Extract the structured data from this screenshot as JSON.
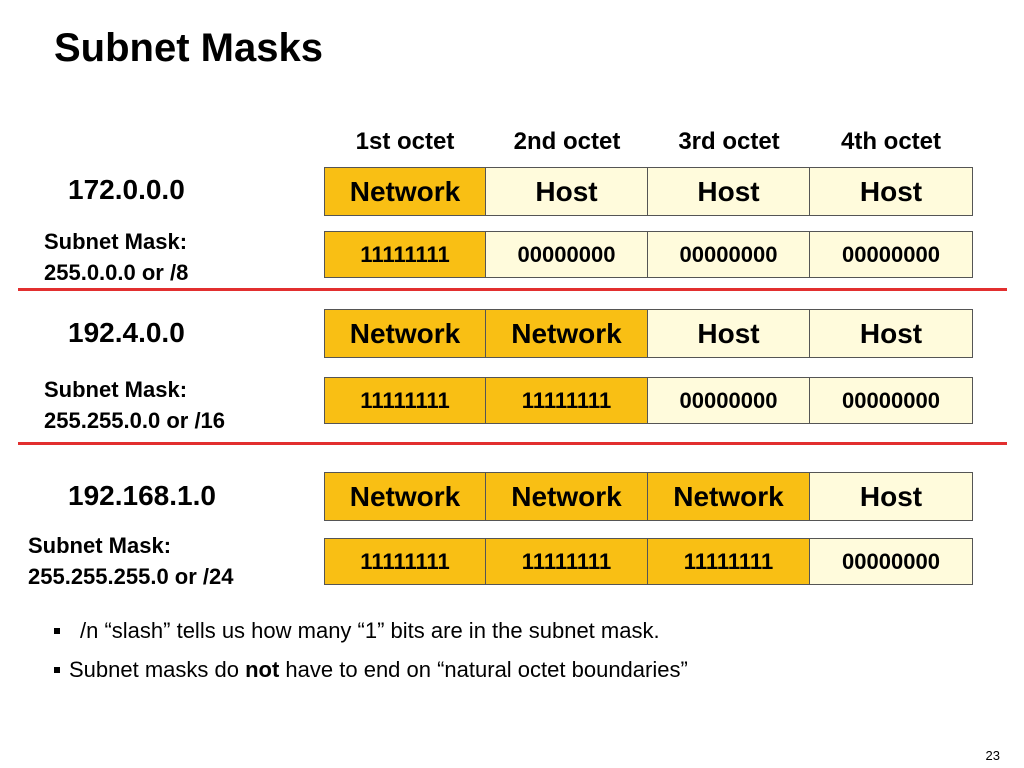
{
  "slide": {
    "title": "Subnet Masks",
    "page_number": "23"
  },
  "octet_headers": [
    "1st octet",
    "2nd octet",
    "3rd octet",
    "4th octet"
  ],
  "colors": {
    "network": "#f9bf14",
    "host": "#fffbdc",
    "divider": "#e22f2f"
  },
  "rows": [
    {
      "ip": "172.0.0.0",
      "mask_line1": "Subnet Mask:",
      "mask_line2": "255.0.0.0 or  /8",
      "roles": [
        {
          "label": "Network",
          "kind": "network"
        },
        {
          "label": "Host",
          "kind": "host"
        },
        {
          "label": "Host",
          "kind": "host"
        },
        {
          "label": "Host",
          "kind": "host"
        }
      ],
      "bits": [
        {
          "label": "11111111",
          "kind": "network"
        },
        {
          "label": "00000000",
          "kind": "host"
        },
        {
          "label": "00000000",
          "kind": "host"
        },
        {
          "label": "00000000",
          "kind": "host"
        }
      ]
    },
    {
      "ip": "192.4.0.0",
      "mask_line1": "Subnet Mask:",
      "mask_line2": "255.255.0.0 or /16",
      "roles": [
        {
          "label": "Network",
          "kind": "network"
        },
        {
          "label": "Network",
          "kind": "network"
        },
        {
          "label": "Host",
          "kind": "host"
        },
        {
          "label": "Host",
          "kind": "host"
        }
      ],
      "bits": [
        {
          "label": "11111111",
          "kind": "network"
        },
        {
          "label": "11111111",
          "kind": "network"
        },
        {
          "label": "00000000",
          "kind": "host"
        },
        {
          "label": "00000000",
          "kind": "host"
        }
      ]
    },
    {
      "ip": "192.168.1.0",
      "mask_line1": "Subnet Mask:",
      "mask_line2": "255.255.255.0 or /24",
      "roles": [
        {
          "label": "Network",
          "kind": "network"
        },
        {
          "label": "Network",
          "kind": "network"
        },
        {
          "label": "Network",
          "kind": "network"
        },
        {
          "label": "Host",
          "kind": "host"
        }
      ],
      "bits": [
        {
          "label": "11111111",
          "kind": "network"
        },
        {
          "label": "11111111",
          "kind": "network"
        },
        {
          "label": "11111111",
          "kind": "network"
        },
        {
          "label": "00000000",
          "kind": "host"
        }
      ]
    }
  ],
  "bullets": {
    "first": "/n “slash” tells us how many “1” bits are in the subnet mask.",
    "second_before": "Subnet masks do ",
    "second_bold": "not",
    "second_after": " have to end on “natural octet boundaries”"
  }
}
